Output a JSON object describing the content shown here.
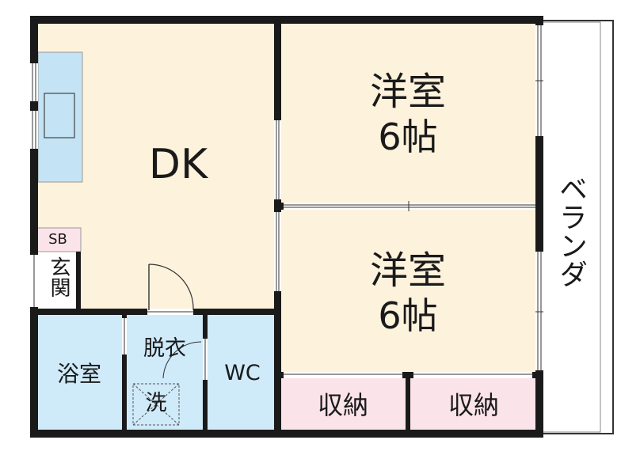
{
  "rooms": {
    "dk": "DK",
    "western_top": {
      "name": "洋室",
      "size": "6帖"
    },
    "western_bottom": {
      "name": "洋室",
      "size": "6帖"
    },
    "balcony": "ベランダ",
    "shoe_box": "SB",
    "entrance": "玄関",
    "bathroom": "浴室",
    "dressing": "脱衣",
    "washer": "洗",
    "toilet": "WC",
    "storage_left": "収納",
    "storage_right": "収納"
  },
  "colors": {
    "wall": "#1a1a1a",
    "floor_wood": "#fdf2dc",
    "floor_wet": "#cfeaf9",
    "storage": "#fbe3ea",
    "kitchen_counter": "#c4e3f5"
  }
}
